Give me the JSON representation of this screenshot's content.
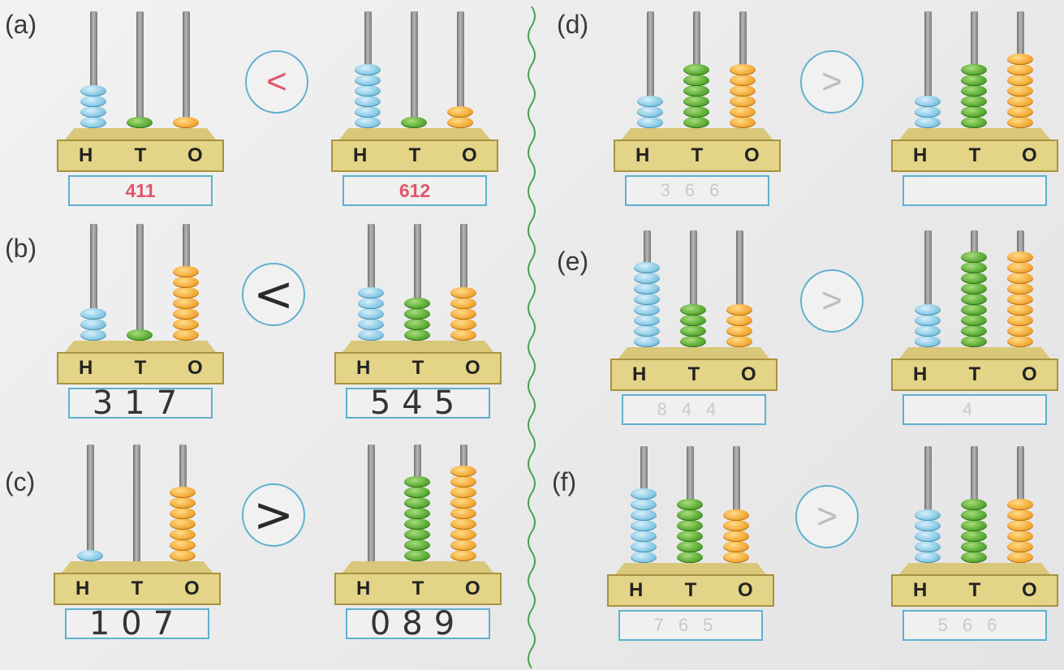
{
  "place_value_labels": [
    "H",
    "T",
    "O"
  ],
  "questions": [
    {
      "label": "(a)",
      "left": {
        "beads": [
          4,
          1,
          1
        ],
        "answer": "411",
        "style": "printed"
      },
      "sign": "<",
      "sign_style": "printed",
      "right": {
        "beads": [
          6,
          1,
          2
        ],
        "answer": "612",
        "style": "printed"
      }
    },
    {
      "label": "(b)",
      "left": {
        "beads": [
          3,
          1,
          7
        ],
        "answer": "317",
        "style": "hand"
      },
      "sign": "<",
      "sign_style": "hand",
      "right": {
        "beads": [
          5,
          4,
          5
        ],
        "answer": "545",
        "style": "hand"
      }
    },
    {
      "label": "(c)",
      "left": {
        "beads": [
          1,
          0,
          7
        ],
        "answer": "107",
        "style": "hand"
      },
      "sign": ">",
      "sign_style": "hand",
      "right": {
        "beads": [
          0,
          8,
          9
        ],
        "answer": "089",
        "style": "hand"
      }
    },
    {
      "label": "(d)",
      "left": {
        "beads": [
          3,
          6,
          6
        ],
        "answer": "366",
        "style": "faint"
      },
      "sign": ">",
      "sign_style": "faint",
      "right": {
        "beads": [
          3,
          6,
          7
        ],
        "answer": "",
        "style": "faint"
      }
    },
    {
      "label": "(e)",
      "left": {
        "beads": [
          8,
          4,
          4
        ],
        "answer": "844",
        "style": "faint"
      },
      "sign": ">",
      "sign_style": "faint",
      "right": {
        "beads": [
          4,
          9,
          9
        ],
        "answer": "4",
        "style": "faint"
      }
    },
    {
      "label": "(f)",
      "left": {
        "beads": [
          7,
          6,
          5
        ],
        "answer": "765",
        "style": "faint"
      },
      "sign": ">",
      "sign_style": "faint",
      "right": {
        "beads": [
          5,
          6,
          6
        ],
        "answer": "566",
        "style": "faint"
      }
    }
  ],
  "colors": {
    "hundreds": "#8ccbe6",
    "tens": "#5fae38",
    "ones": "#f4ad3c",
    "outline": "#5fb0cf",
    "printed_answer": "#e0556a"
  }
}
